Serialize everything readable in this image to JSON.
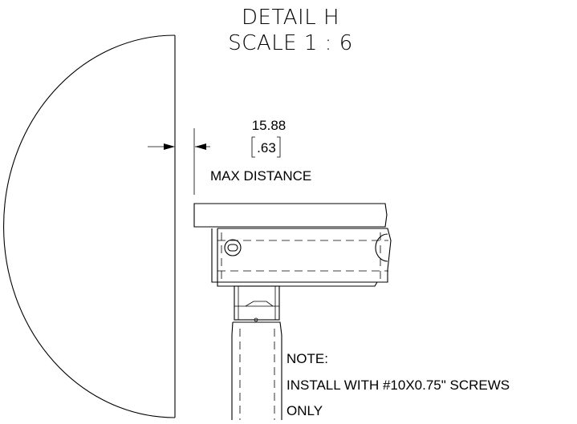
{
  "title": {
    "line1": "DETAIL H",
    "line2": "SCALE 1 : 6"
  },
  "dimension": {
    "value_mm": "15.88",
    "value_in": ".63",
    "label": "MAX DISTANCE"
  },
  "note": {
    "heading": "NOTE:",
    "line1": "INSTALL WITH #10X0.75\" SCREWS",
    "line2": "ONLY"
  },
  "colors": {
    "line": "#000000",
    "background": "#ffffff"
  }
}
